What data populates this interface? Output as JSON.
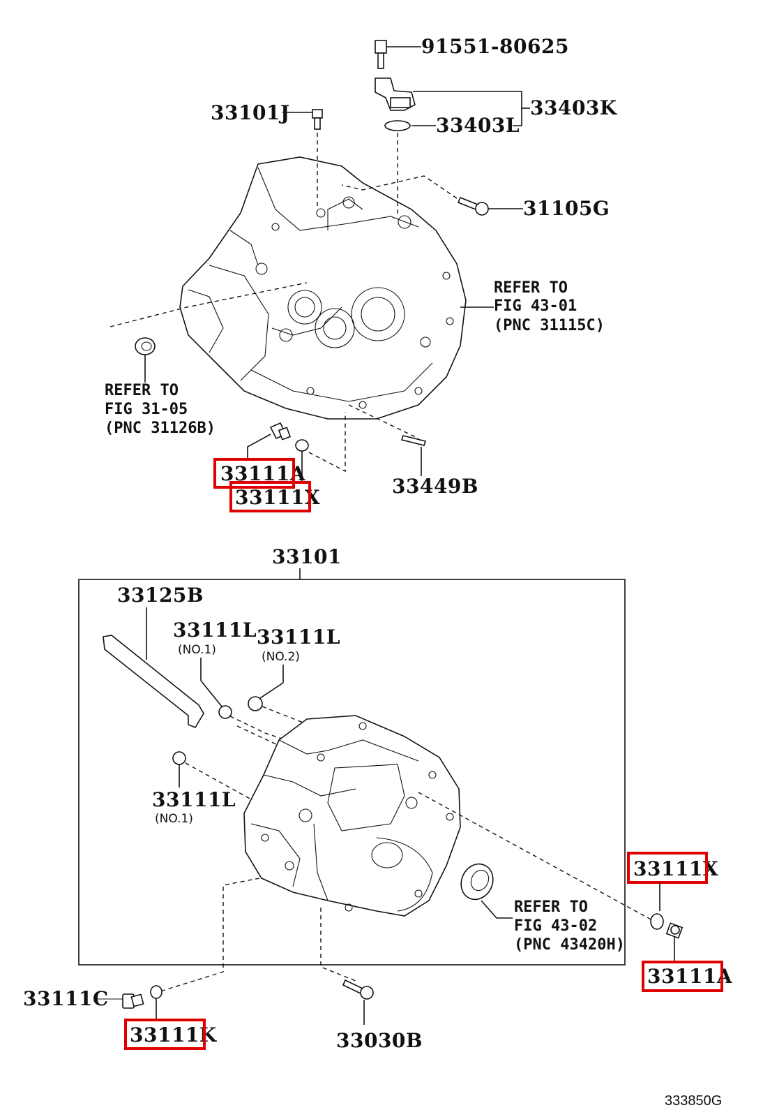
{
  "labels": {
    "p_91551": "91551-80625",
    "p_33403k": "33403K",
    "p_33403l": "33403L",
    "p_33101j": "33101J",
    "p_31105g": "31105G",
    "ref_top_1": "REFER  TO",
    "ref_top_2": "FIG 43-01",
    "ref_top_3": "(PNC 31115C)",
    "ref_left_1": "REFER  TO",
    "ref_left_2": "FIG 31-05",
    "ref_left_3": "(PNC 31126B)",
    "p_33111a_top": "33111A",
    "p_33111x_top": "33111X",
    "p_33449b": "33449B",
    "p_33101": "33101",
    "p_33125b": "33125B",
    "p_33111l_1": "33111L",
    "p_33111l_1_sub": "(NO.1)",
    "p_33111l_2": "33111L",
    "p_33111l_2_sub": "(NO.2)",
    "p_33111l_3": "33111L",
    "p_33111l_3_sub": "(NO.1)",
    "p_33111x_right": "33111X",
    "ref_right_1": "REFER  TO",
    "ref_right_2": "FIG 43-02",
    "ref_right_3": "(PNC 43420H)",
    "p_33111a_right": "33111A",
    "p_33111c": "33111C",
    "p_33111k": "33111K",
    "p_33030b": "33030B",
    "diagram_code": "333850G"
  },
  "highlight_color": "#e00000"
}
